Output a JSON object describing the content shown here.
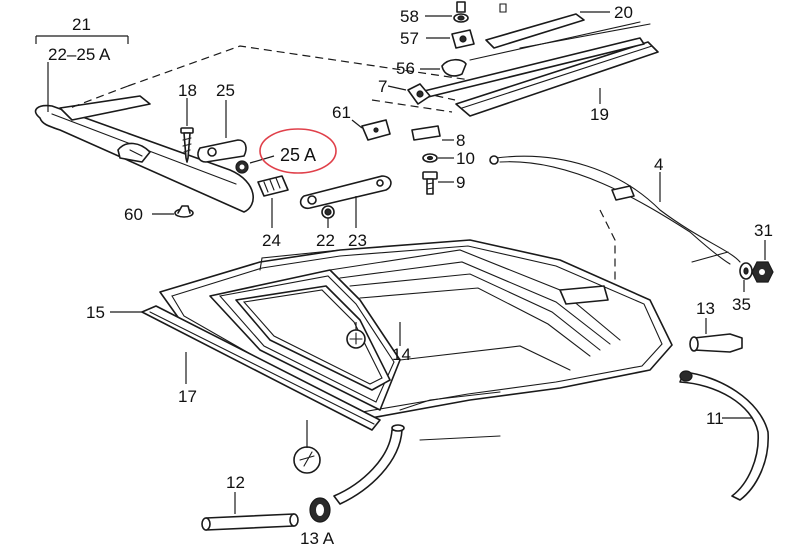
{
  "colors": {
    "ink": "#1a1a1a",
    "highlight": "#e0404a",
    "paper": "#ffffff"
  },
  "callouts": {
    "c21": "21",
    "c22_25a": "22–25 A",
    "c18": "18",
    "c25": "25",
    "c25a": "25 A",
    "c60": "60",
    "c24": "24",
    "c22": "22",
    "c23": "23",
    "c58": "58",
    "c57": "57",
    "c56": "56",
    "c20": "20",
    "c19": "19",
    "c7": "7",
    "c61": "61",
    "c8": "8",
    "c10": "10",
    "c9": "9",
    "c4": "4",
    "c31": "31",
    "c35": "35",
    "c13": "13",
    "c15": "15",
    "c14": "14",
    "c17": "17",
    "c11": "11",
    "c12": "12",
    "c13a": "13 A"
  },
  "highlight_icon": "red-circle-highlight"
}
